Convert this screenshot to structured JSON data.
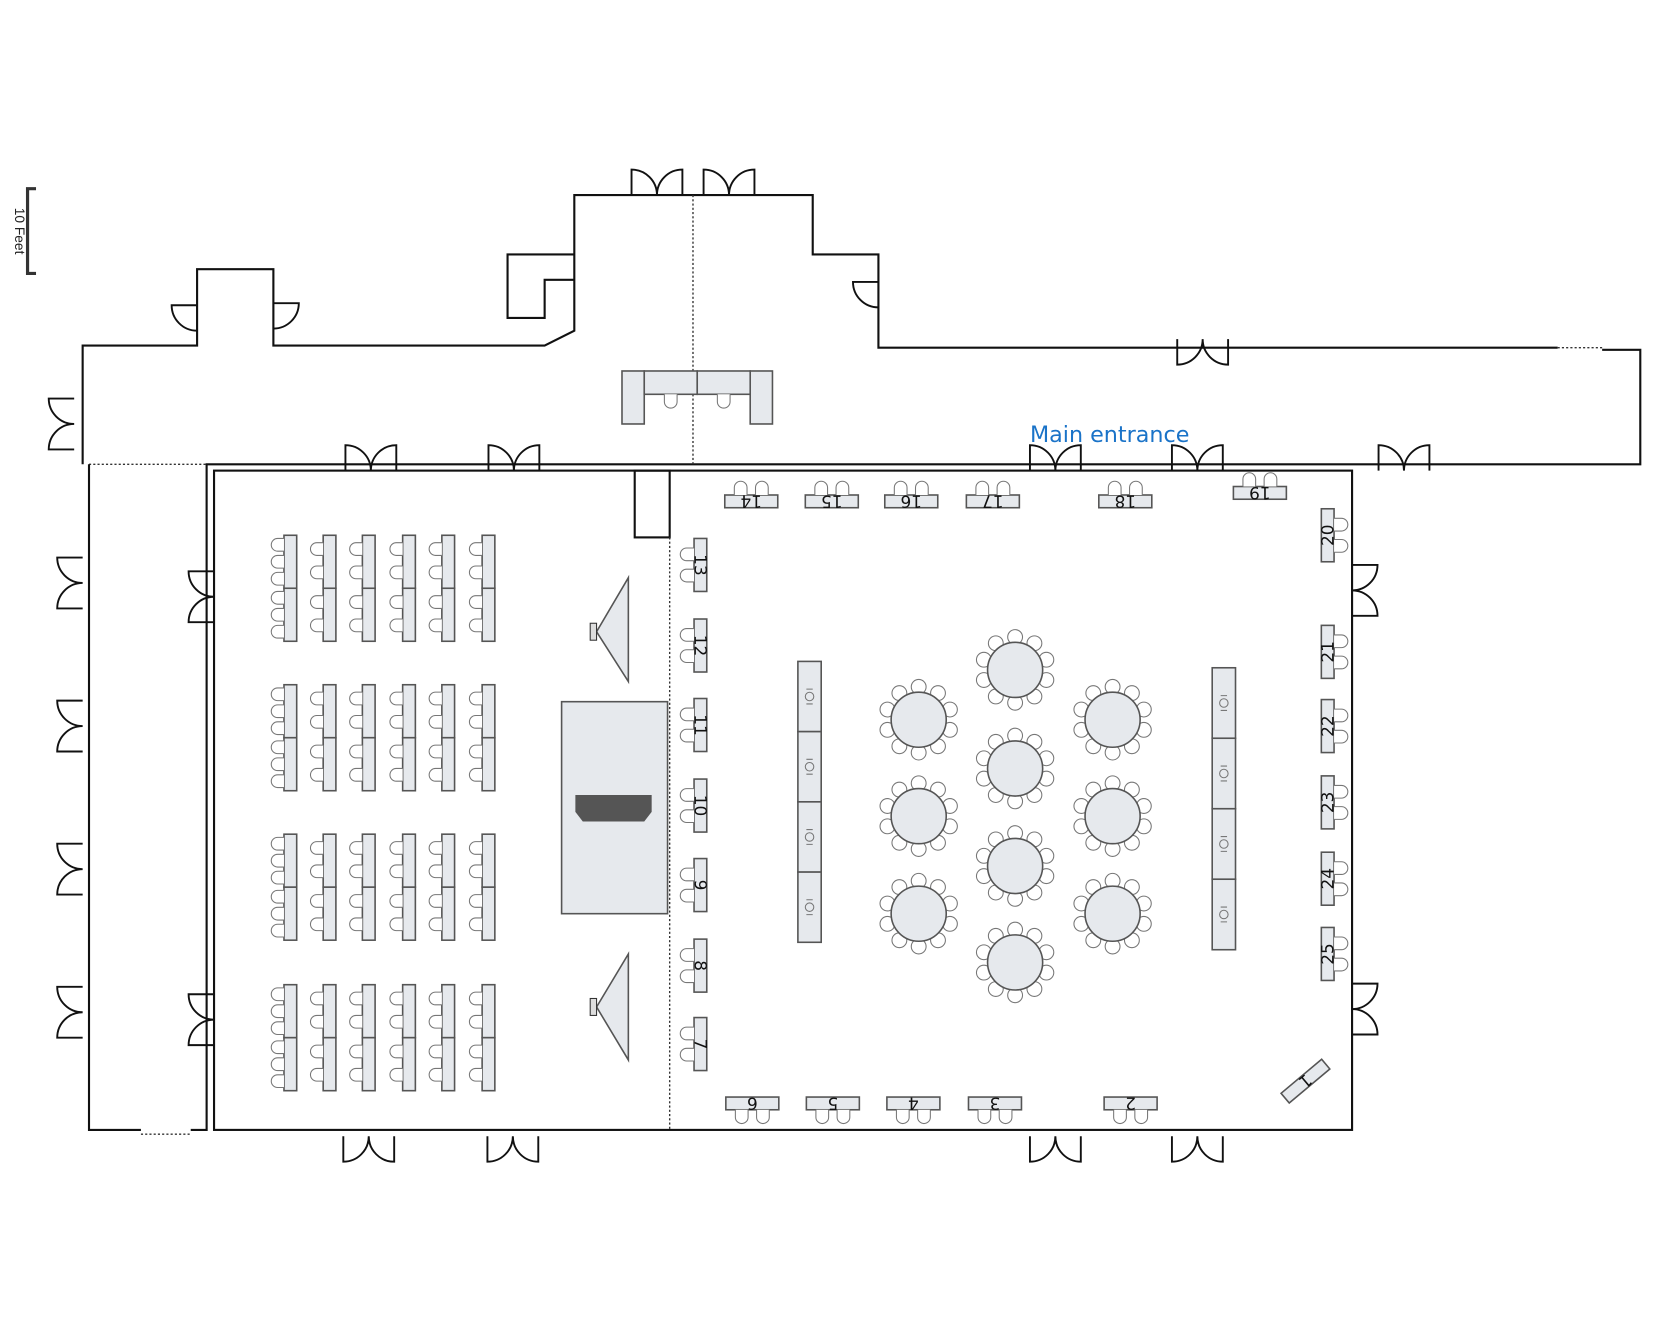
{
  "title_label": "Main entrance",
  "scale_label": "10 Feet",
  "colors": {
    "label": "#1a73c8",
    "table_fill": "#e6e9ed",
    "wall": "#111111"
  },
  "setting_icon": "place-setting-icon",
  "tables": {
    "top": [
      "14",
      "15",
      "16",
      "17",
      "18",
      "19"
    ],
    "left": [
      "13",
      "12",
      "11",
      "10",
      "9",
      "8",
      "7"
    ],
    "bottom": [
      "6",
      "5",
      "4",
      "3",
      "2"
    ],
    "right": [
      "20",
      "21",
      "22",
      "23",
      "24",
      "25"
    ],
    "corner": "1"
  }
}
